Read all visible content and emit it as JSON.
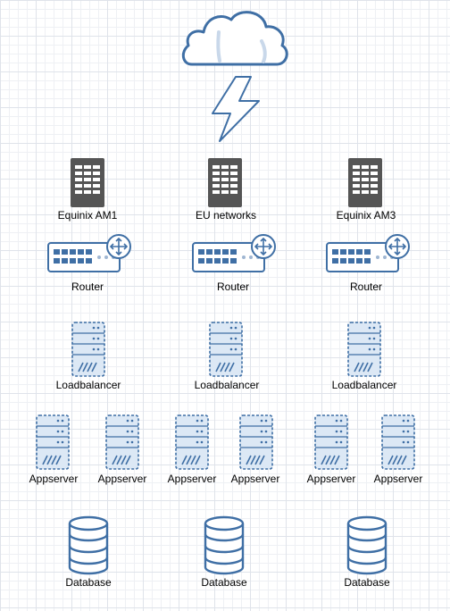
{
  "diagram": {
    "colors": {
      "stroke": "#3f6fa5",
      "fill_light": "#dce8f5",
      "building": "#555555"
    },
    "cloud": {
      "icon": "cloud-icon"
    },
    "link": {
      "icon": "lightning-bolt-icon"
    },
    "datacenters": [
      {
        "label": "Equinix AM1",
        "icon": "building-icon"
      },
      {
        "label": "EU networks",
        "icon": "building-icon"
      },
      {
        "label": "Equinix AM3",
        "icon": "building-icon"
      }
    ],
    "routers": [
      {
        "label": "Router",
        "icon": "router-icon"
      },
      {
        "label": "Router",
        "icon": "router-icon"
      },
      {
        "label": "Router",
        "icon": "router-icon"
      }
    ],
    "loadbalancers": [
      {
        "label": "Loadbalancer",
        "icon": "server-icon"
      },
      {
        "label": "Loadbalancer",
        "icon": "server-icon"
      },
      {
        "label": "Loadbalancer",
        "icon": "server-icon"
      }
    ],
    "appservers": [
      {
        "label": "Appserver",
        "icon": "server-icon"
      },
      {
        "label": "Appserver",
        "icon": "server-icon"
      },
      {
        "label": "Appserver",
        "icon": "server-icon"
      },
      {
        "label": "Appserver",
        "icon": "server-icon"
      },
      {
        "label": "Appserver",
        "icon": "server-icon"
      },
      {
        "label": "Appserver",
        "icon": "server-icon"
      }
    ],
    "databases": [
      {
        "label": "Database",
        "icon": "database-icon"
      },
      {
        "label": "Database",
        "icon": "database-icon"
      },
      {
        "label": "Database",
        "icon": "database-icon"
      }
    ]
  }
}
